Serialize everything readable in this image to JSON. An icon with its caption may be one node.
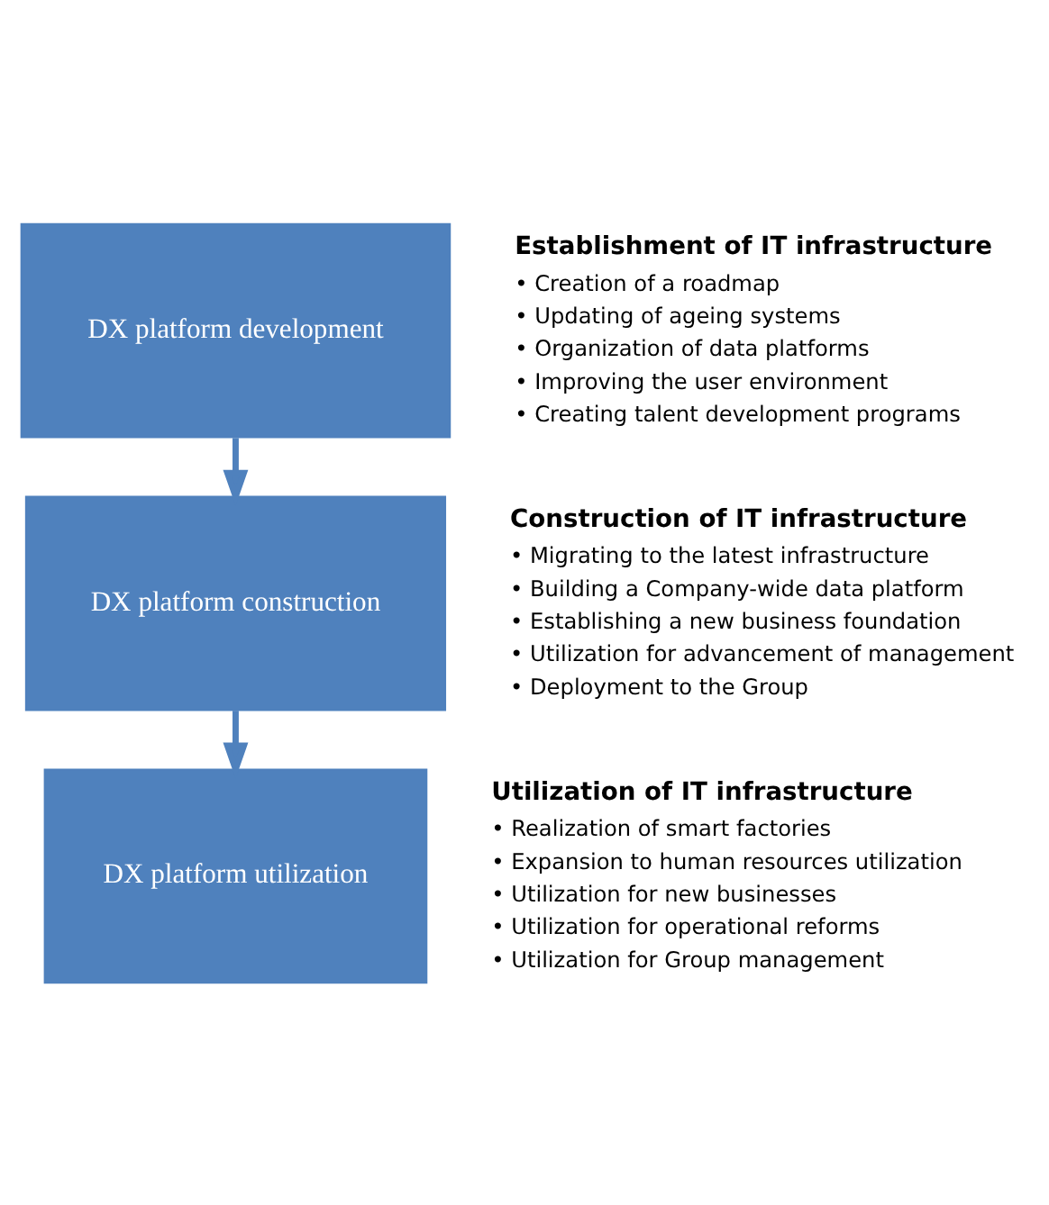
{
  "diagram": {
    "nodes": [
      {
        "text": [
          "DX platform development"
        ],
        "beside": [
          "Establishment of IT infrastructure",
          "• Creation of a roadmap",
          "• Updating of ageing systems",
          "• Organization of data platforms",
          "• Improving the user environment",
          "• Creating talent development programs"
        ]
      },
      {
        "text": [
          "DX platform construction"
        ],
        "beside": [
          "Construction of IT infrastructure",
          "• Migrating to the latest infrastructure",
          "• Building a Company-wide data platform",
          "• Establishing a new business foundation",
          "• Utilization for advancement of management",
          "• Deployment to the Group"
        ]
      },
      {
        "text": [
          "DX platform utilization"
        ],
        "beside": [
          "Utilization of IT infrastructure",
          "• Realization of smart factories",
          "• Expansion to human resources utilization",
          "• Utilization for new businesses",
          "• Utilization for operational reforms",
          "• Utilization for Group management"
        ]
      }
    ],
    "edges": [
      {
        "from": 0,
        "to": 1,
        "arrow": "to"
      },
      {
        "from": 1,
        "to": 2,
        "arrow": "to"
      }
    ]
  }
}
